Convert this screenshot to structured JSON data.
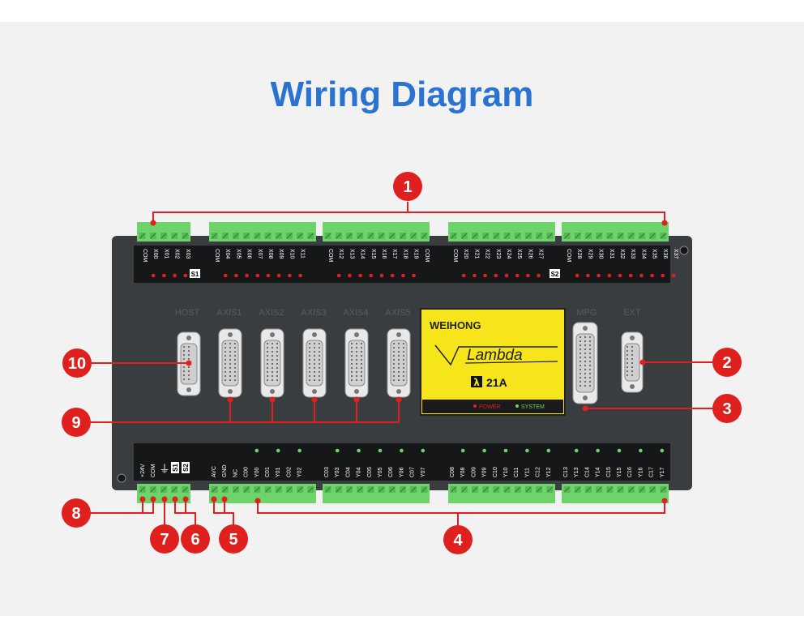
{
  "title": "Wiring Diagram",
  "callouts": [
    "1",
    "2",
    "3",
    "4",
    "5",
    "6",
    "7",
    "8",
    "9",
    "10"
  ],
  "top_terminal_labels": {
    "g1": [
      "COM",
      "X00",
      "X01",
      "X02",
      "X03"
    ],
    "g2": [
      "COM",
      "X04",
      "X05",
      "X06",
      "X07",
      "X08",
      "X09",
      "X10",
      "X11"
    ],
    "g3": [
      "COM",
      "X12",
      "X13",
      "X14",
      "X15",
      "X16",
      "X17",
      "X18",
      "X19",
      "COM"
    ],
    "g4": [
      "COM",
      "X20",
      "X21",
      "X22",
      "X23",
      "X24",
      "X25",
      "X26",
      "X27"
    ],
    "g5": [
      "COM",
      "X28",
      "X29",
      "X30",
      "X31",
      "X32",
      "X33",
      "X34",
      "X35",
      "X36",
      "X37"
    ]
  },
  "bottom_terminal_labels": {
    "g1": [
      "+24V",
      "COM"
    ],
    "g2": [
      "AVC",
      "GND",
      "NC",
      "C00",
      "Y00",
      "C01",
      "Y01",
      "C02",
      "Y02"
    ],
    "g3": [
      "C03",
      "Y03",
      "C04",
      "Y04",
      "C05",
      "Y05",
      "C06",
      "Y06",
      "C07",
      "Y07"
    ],
    "g4": [
      "C08",
      "Y08",
      "C09",
      "Y09",
      "C10",
      "Y10",
      "C11",
      "Y11",
      "C12",
      "Y12"
    ],
    "g5": [
      "C13",
      "Y13",
      "C14",
      "Y14",
      "C15",
      "Y15",
      "C16",
      "Y16",
      "C17",
      "Y17"
    ]
  },
  "s_labels": {
    "s1": "S1",
    "s2": "S2"
  },
  "ports": [
    "HOST",
    "AXIS1",
    "AXIS2",
    "AXIS3",
    "AXIS4",
    "AXIS5",
    "MPG",
    "EXT"
  ],
  "display": {
    "brand": "WEIHONG",
    "product": "Lambda",
    "model": "21A",
    "lambda_symbol": "λ",
    "power": "POWER",
    "system": "SYSTEM"
  },
  "colors": {
    "title": "#2a73d0",
    "callout": "#e0201f",
    "terminal": "#6ed36a",
    "body": "#3a3d40",
    "display": "#f5e51a"
  }
}
